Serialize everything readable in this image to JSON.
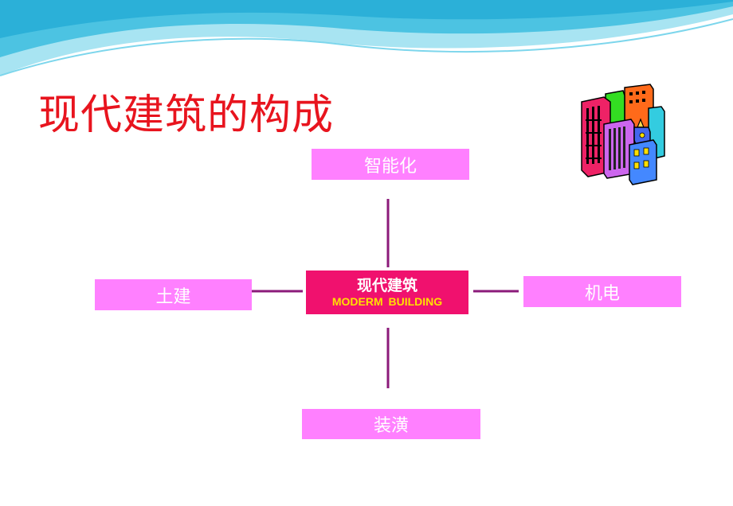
{
  "slide": {
    "title": "现代建筑的构成"
  },
  "diagram": {
    "center": {
      "label_cn": "现代建筑",
      "label_en": "MODERM  BUILDING"
    },
    "nodes": {
      "top": "智能化",
      "left": "土建",
      "right": "机电",
      "bottom": "装潢"
    }
  },
  "colors": {
    "title": "#e8141e",
    "node_fill": "#ff80ff",
    "center_fill": "#f0116e",
    "center_en_text": "#ffe000",
    "connector": "#8b1a7a",
    "wave_dark": "#2bb0d8",
    "wave_light": "#a8e4f2"
  },
  "icons": [
    "buildings-clipart-icon"
  ]
}
